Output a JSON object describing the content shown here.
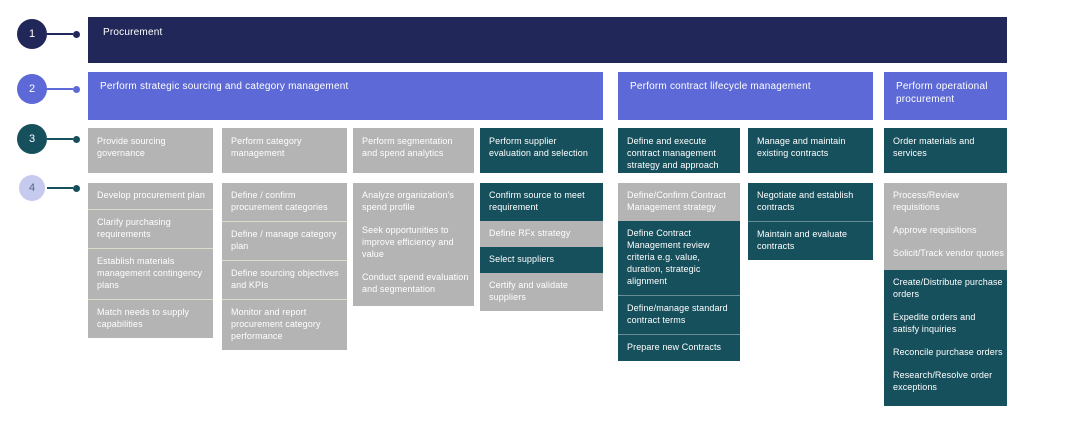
{
  "markers": [
    {
      "number": "1"
    },
    {
      "number": "2"
    },
    {
      "number": "3"
    },
    {
      "number": "4"
    }
  ],
  "level1": {
    "title": "Procurement"
  },
  "level2": [
    {
      "title": "Perform strategic sourcing and category management"
    },
    {
      "title": "Perform contract lifecycle management"
    },
    {
      "title": "Perform operational procurement"
    }
  ],
  "level3": [
    {
      "label": "Provide sourcing governance",
      "variant": "gray"
    },
    {
      "label": "Perform category management",
      "variant": "gray"
    },
    {
      "label": "Perform segmentation and spend analytics",
      "variant": "gray"
    },
    {
      "label": "Perform supplier evaluation and selection",
      "variant": "teal"
    },
    {
      "label": "Define and execute contract management strategy and approach",
      "variant": "teal"
    },
    {
      "label": "Manage and maintain existing contracts",
      "variant": "teal"
    },
    {
      "label": "Order materials and services",
      "variant": "teal"
    }
  ],
  "level4": {
    "col1": {
      "items": [
        {
          "label": "Develop procurement plan",
          "variant": "gray"
        },
        {
          "label": "Clarify purchasing requirements",
          "variant": "gray"
        },
        {
          "label": "Establish materials management contingency plans",
          "variant": "gray"
        },
        {
          "label": "Match needs to supply capabilities",
          "variant": "gray"
        }
      ]
    },
    "col2": {
      "items": [
        {
          "label": "Define / confirm procurement categories",
          "variant": "gray"
        },
        {
          "label": "Define / manage category plan",
          "variant": "gray"
        },
        {
          "label": "Define sourcing objectives and KPIs",
          "variant": "gray"
        },
        {
          "label": "Monitor and report procurement category performance",
          "variant": "gray"
        }
      ]
    },
    "col3": {
      "items": [
        {
          "label": "Analyze organization's spend profile",
          "variant": "gray"
        },
        {
          "label": "Seek opportunities to improve efficiency and value",
          "variant": "gray"
        },
        {
          "label": "Conduct spend evaluation and segmentation",
          "variant": "gray"
        }
      ]
    },
    "col4": {
      "items": [
        {
          "label": "Confirm source to meet requirement",
          "variant": "teal"
        },
        {
          "label": "Define RFx strategy",
          "variant": "gray"
        },
        {
          "label": "Select suppliers",
          "variant": "teal"
        },
        {
          "label": "Certify and validate suppliers",
          "variant": "gray"
        }
      ]
    },
    "col5": {
      "items": [
        {
          "label": "Define/Confirm Contract Management strategy",
          "variant": "gray"
        },
        {
          "label": "Define Contract Management review criteria e.g. value, duration, strategic alignment",
          "variant": "teal"
        },
        {
          "label": "Define/manage standard contract terms",
          "variant": "teal"
        },
        {
          "label": "Prepare new Contracts",
          "variant": "teal"
        }
      ]
    },
    "col6": {
      "items": [
        {
          "label": "Negotiate and establish contracts",
          "variant": "teal"
        },
        {
          "label": "Maintain and evaluate contracts",
          "variant": "teal"
        }
      ]
    },
    "col7": {
      "gray_items": [
        {
          "label": "Process/Review requisitions"
        },
        {
          "label": "Approve requisitions"
        },
        {
          "label": "Solicit/Track vendor quotes"
        }
      ],
      "teal_items": [
        {
          "label": "Create/Distribute purchase orders"
        },
        {
          "label": "Expedite orders and satisfy inquiries"
        },
        {
          "label": "Reconcile purchase orders"
        },
        {
          "label": "Research/Resolve order exceptions"
        }
      ]
    }
  },
  "colors": {
    "navy": "#212859",
    "purple": "#5c69d6",
    "teal": "#17505d",
    "gray": "#b4b4b4",
    "marker4_fill": "#c5caee",
    "pale_separator": "#dcdccb"
  }
}
